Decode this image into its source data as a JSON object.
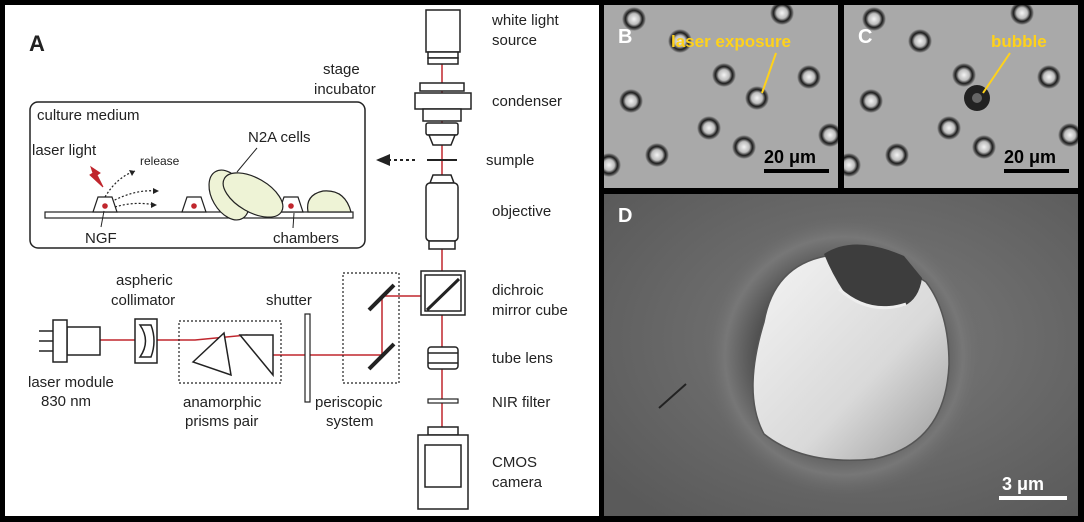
{
  "panel_a": {
    "letter": "A",
    "labels": {
      "white_light": [
        "white light",
        "source"
      ],
      "stage_incubator": [
        "stage",
        "incubator"
      ],
      "condenser": "condenser",
      "culture_medium": "culture medium",
      "n2a_cells": "N2A cells",
      "laser_light": "laser light",
      "release": "release",
      "sumple": "sumple",
      "ngf": "NGF",
      "chambers": "chambers",
      "objective": "objective",
      "aspheric_collimator": [
        "aspheric",
        "collimator"
      ],
      "shutter": "shutter",
      "dichroic": [
        "dichroic",
        "mirror cube"
      ],
      "tube_lens": "tube lens",
      "laser_module": [
        "laser module",
        "830 nm"
      ],
      "anamorphic": [
        "anamorphic",
        "prisms pair"
      ],
      "periscopic": [
        "periscopic",
        "system"
      ],
      "nir_filter": "NIR filter",
      "cmos": [
        "CMOS",
        "camera"
      ]
    }
  },
  "panel_b": {
    "letter": "B",
    "annotation": "laser exposure",
    "scale": "20 μm"
  },
  "panel_c": {
    "letter": "C",
    "annotation": "bubble",
    "scale": "20 μm"
  },
  "panel_d": {
    "letter": "D",
    "scale": "3 μm"
  },
  "colors": {
    "laser": "#c0262d",
    "annotation": "#ffd21a",
    "cell_fill": "#eef3d6"
  }
}
